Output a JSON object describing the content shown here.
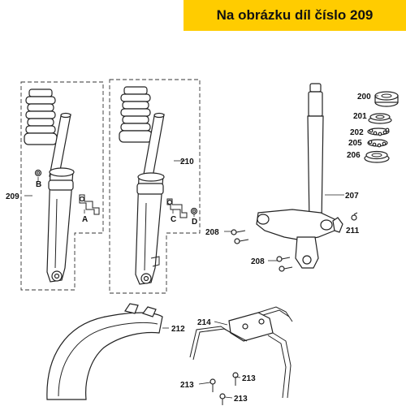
{
  "banner": {
    "text": "Na obrázku díl číslo 209"
  },
  "callouts": {
    "c200": "200",
    "c201": "201",
    "c202": "202",
    "c205": "205",
    "c206": "206",
    "c207": "207",
    "c208a": "208",
    "c208b": "208",
    "c209": "209",
    "c210": "210",
    "c211": "211",
    "c212": "212",
    "c213a": "213",
    "c213b": "213",
    "c213c": "213",
    "c214": "214",
    "A": "A",
    "B": "B",
    "C": "C",
    "D": "D"
  },
  "colors": {
    "banner_bg": "#ffcc00",
    "line": "#222222"
  }
}
